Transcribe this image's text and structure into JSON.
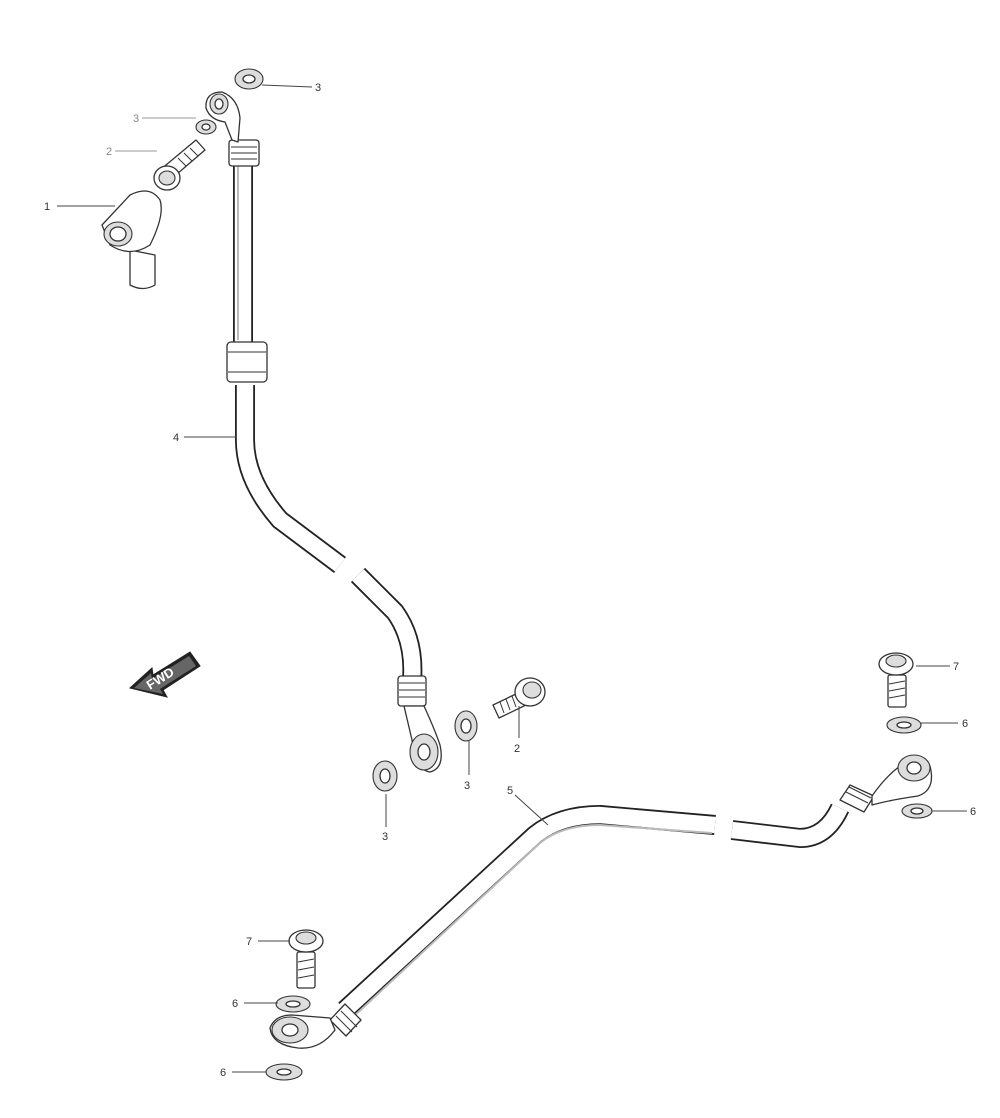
{
  "diagram": {
    "fwd_label": "FWD",
    "callouts": {
      "c1": "1",
      "c2_top": "2",
      "c3_top_left": "3",
      "c3_top": "3",
      "c4": "4",
      "c3_mid": "3",
      "c2_mid": "2",
      "c3_bottom": "3",
      "c5": "5",
      "c7_right": "7",
      "c6_right_top": "6",
      "c6_right_bottom": "6",
      "c7_left": "7",
      "c6_left_top": "6",
      "c6_left_bottom": "6"
    }
  }
}
